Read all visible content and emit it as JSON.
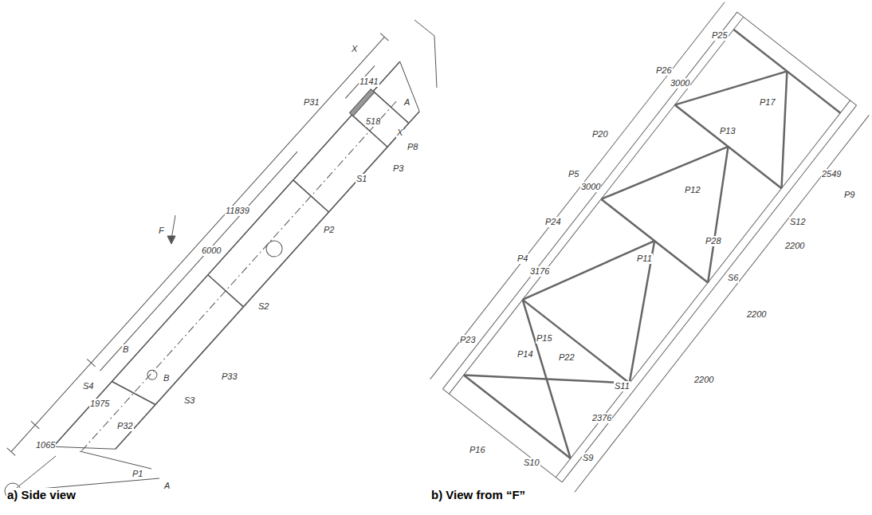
{
  "diagram": {
    "labels": [
      "F",
      "P31",
      "11839",
      "6000",
      "X",
      "1141",
      "518",
      "A",
      "X",
      "P8",
      "P3",
      "S1",
      "P2",
      "S2",
      "P33",
      "B",
      "S3",
      "P32",
      "B",
      "S4",
      "1975",
      "1065",
      "P1",
      "A",
      "a) Side view",
      "b) View from “F”",
      "P25",
      "P26",
      "3000",
      "P17",
      "P13",
      "P9",
      "2549",
      "S12",
      "P20",
      "P5",
      "3000",
      "P12",
      "P28",
      "P24",
      "P4",
      "3176",
      "2200",
      "2200",
      "2200",
      "S6",
      "P11",
      "P15",
      "P14",
      "P22",
      "P23",
      "S11",
      "2376",
      "P16",
      "S10",
      "S9"
    ]
  }
}
